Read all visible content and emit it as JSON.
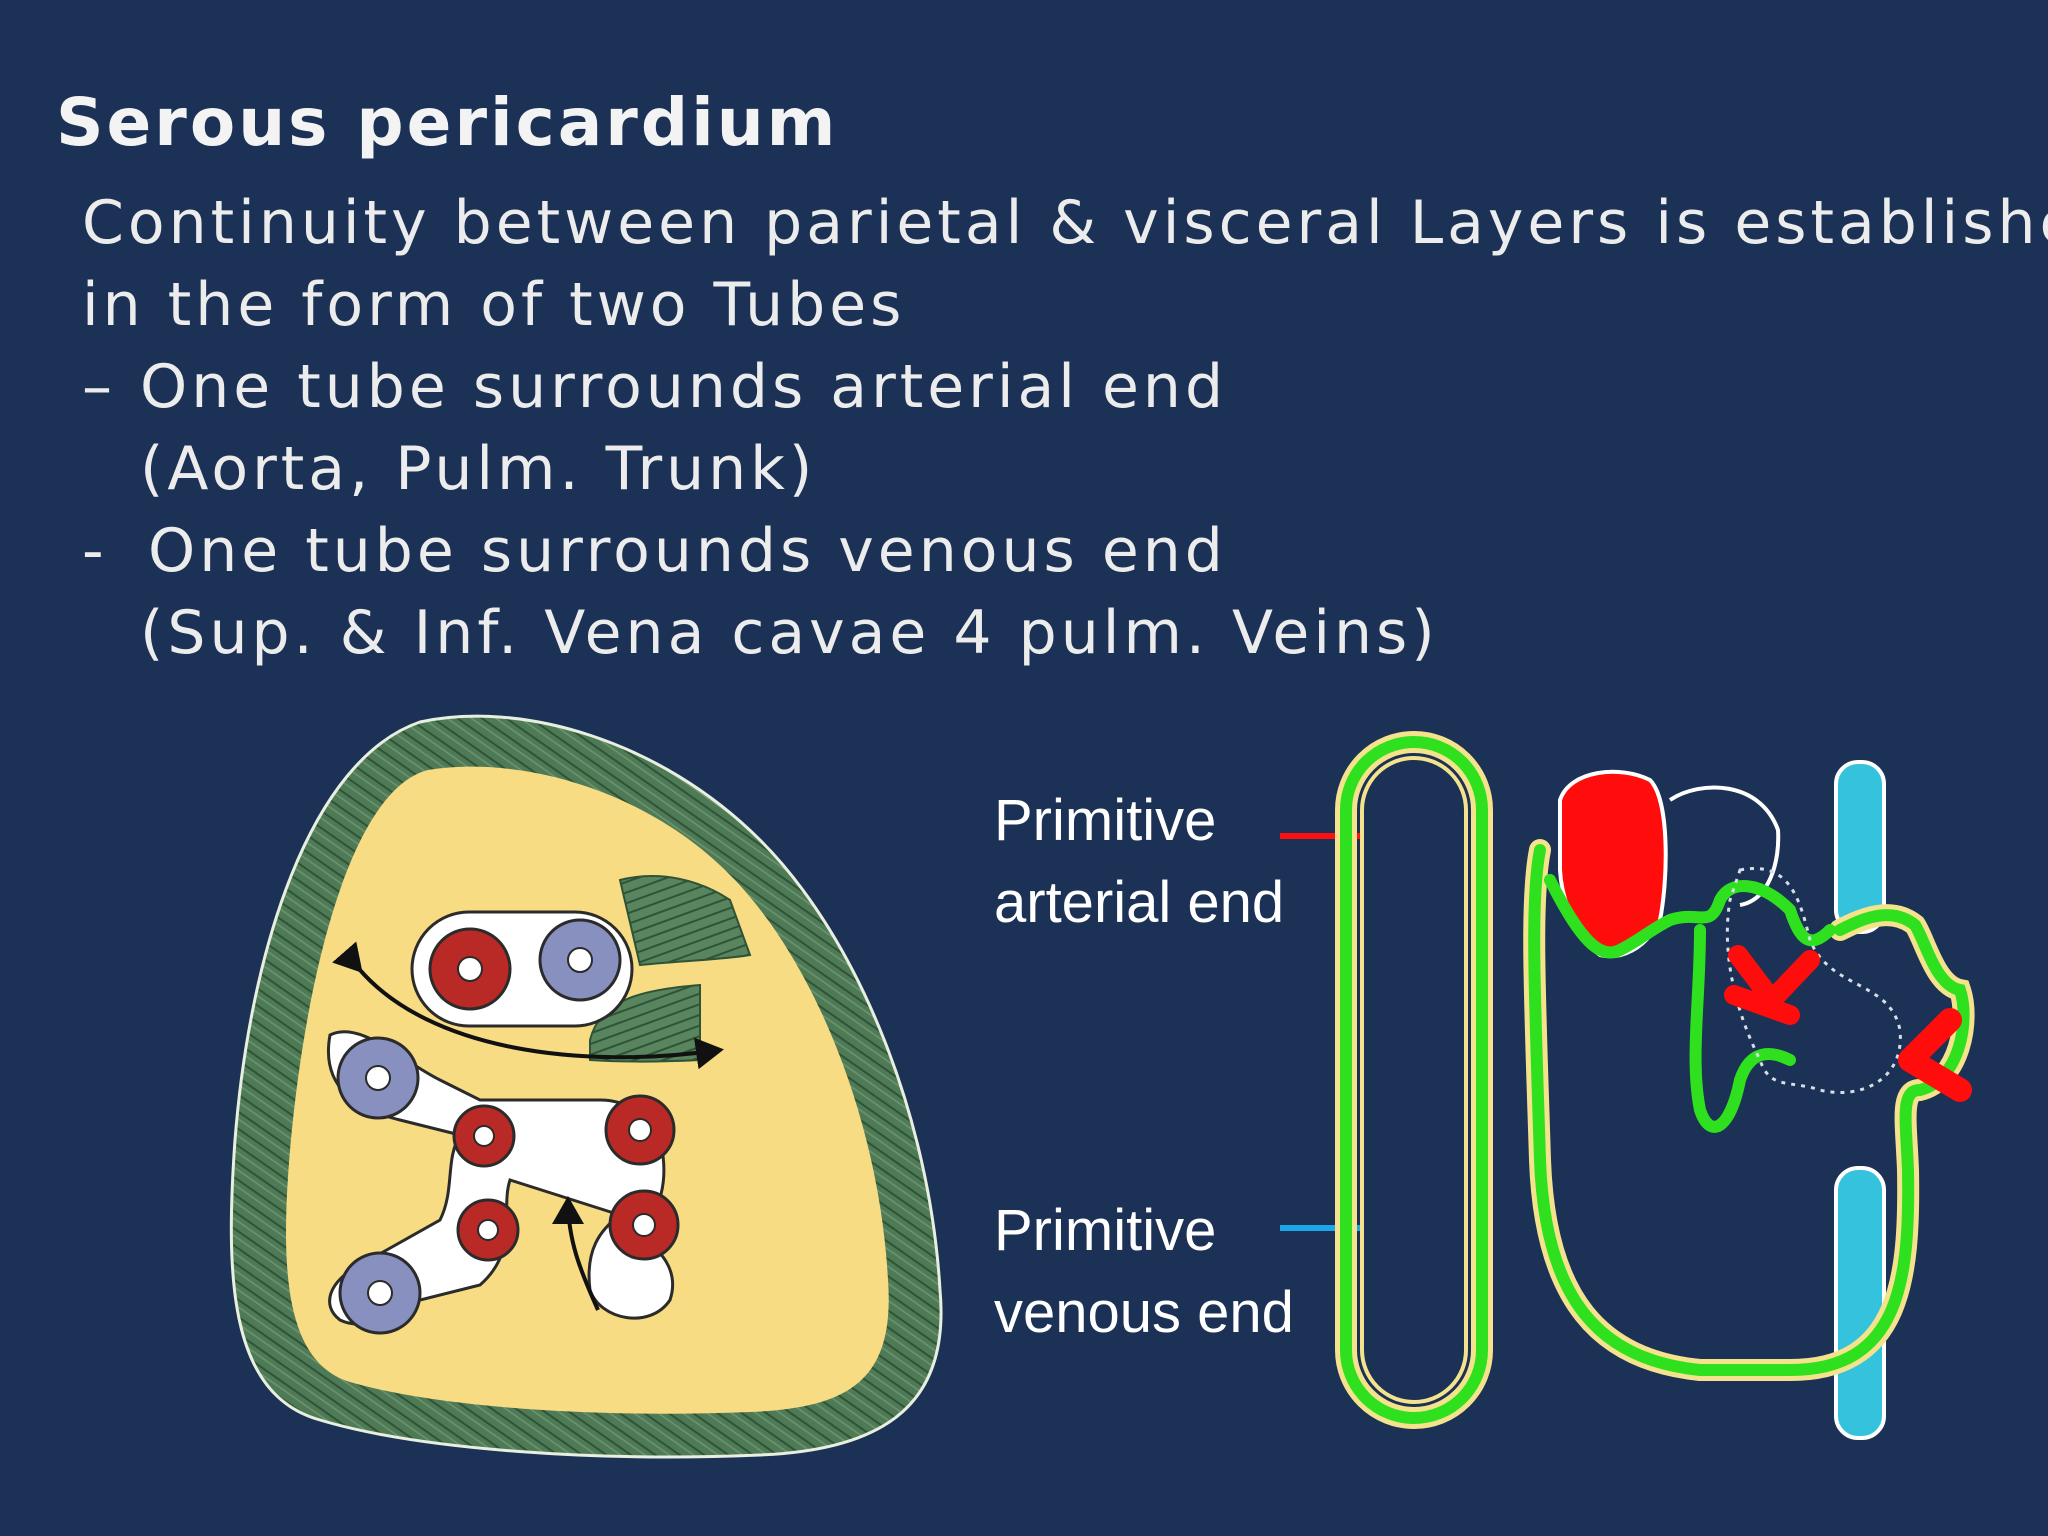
{
  "slide": {
    "title": "Serous pericardium",
    "lines": [
      "Continuity between parietal & visceral Layers is established",
      "in the form of two Tubes",
      "One tube surrounds arterial end",
      "(Aorta, Pulm. Trunk)",
      "One tube surrounds venous end",
      "(Sup. & Inf. Vena cavae 4 pulm. Veins)"
    ],
    "bullet_symbols": [
      "–",
      "-"
    ]
  },
  "diagram": {
    "label_arterial_line1": "Primitive",
    "label_arterial_line2": "arterial end",
    "label_venous_line1": "Primitive",
    "label_venous_line2": "venous end"
  },
  "colors": {
    "background": "#1b3155",
    "pericardium_wall": "#4f7a56",
    "cavity": "#f7dc83",
    "artery": "#b92a26",
    "vein": "#8790be",
    "tube_green": "#2fe01f",
    "arterial_arrow": "#ff1010",
    "venous_arrow": "#1aa8e8",
    "blood_red": "#ff0d0d",
    "vena_cava": "#35c2dc"
  },
  "icons": [
    "red-arrow-icon",
    "blue-arrow-icon"
  ]
}
